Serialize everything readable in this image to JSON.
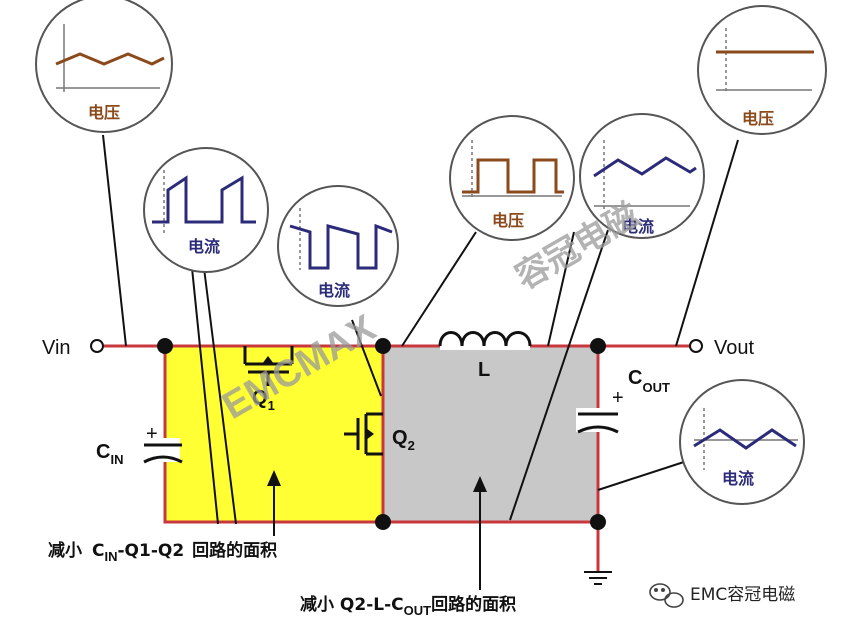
{
  "labels": {
    "vin": "Vin",
    "vout": "Vout",
    "inductor": "L",
    "q1": "Q",
    "q1_sub": "1",
    "q2": "Q",
    "q2_sub": "2",
    "cin": "C",
    "cin_sub": "IN",
    "cout": "C",
    "cout_sub": "OUT",
    "plus": "+"
  },
  "bubbles": {
    "vin_voltage": "电压",
    "input_current": "电流",
    "q2_current": "电流",
    "sw_voltage": "电压",
    "inductor_current": "电流",
    "vout_voltage": "电压",
    "cout_current": "电流"
  },
  "captions": {
    "loop1_prefix": "减小",
    "loop1_c": "C",
    "loop1_c_sub": "IN",
    "loop1_rest": "-Q1-Q2",
    "loop1_suffix": "回路的面积",
    "loop2_prefix": "减小 Q2-L-C",
    "loop2_sub": "OUT",
    "loop2_suffix": "回路的面积"
  },
  "watermarks": {
    "main": "EMCMAX",
    "cn": "容冠电磁"
  },
  "logo": {
    "text": "EMC容冠电磁",
    "icon": "wechat-icon"
  },
  "colors": {
    "wire": "#c8373b",
    "loop1_fill": "#ffff33",
    "loop2_fill": "#c8c8c8",
    "voltage_trace": "#8b4a1b",
    "current_trace": "#2b2b7a"
  }
}
